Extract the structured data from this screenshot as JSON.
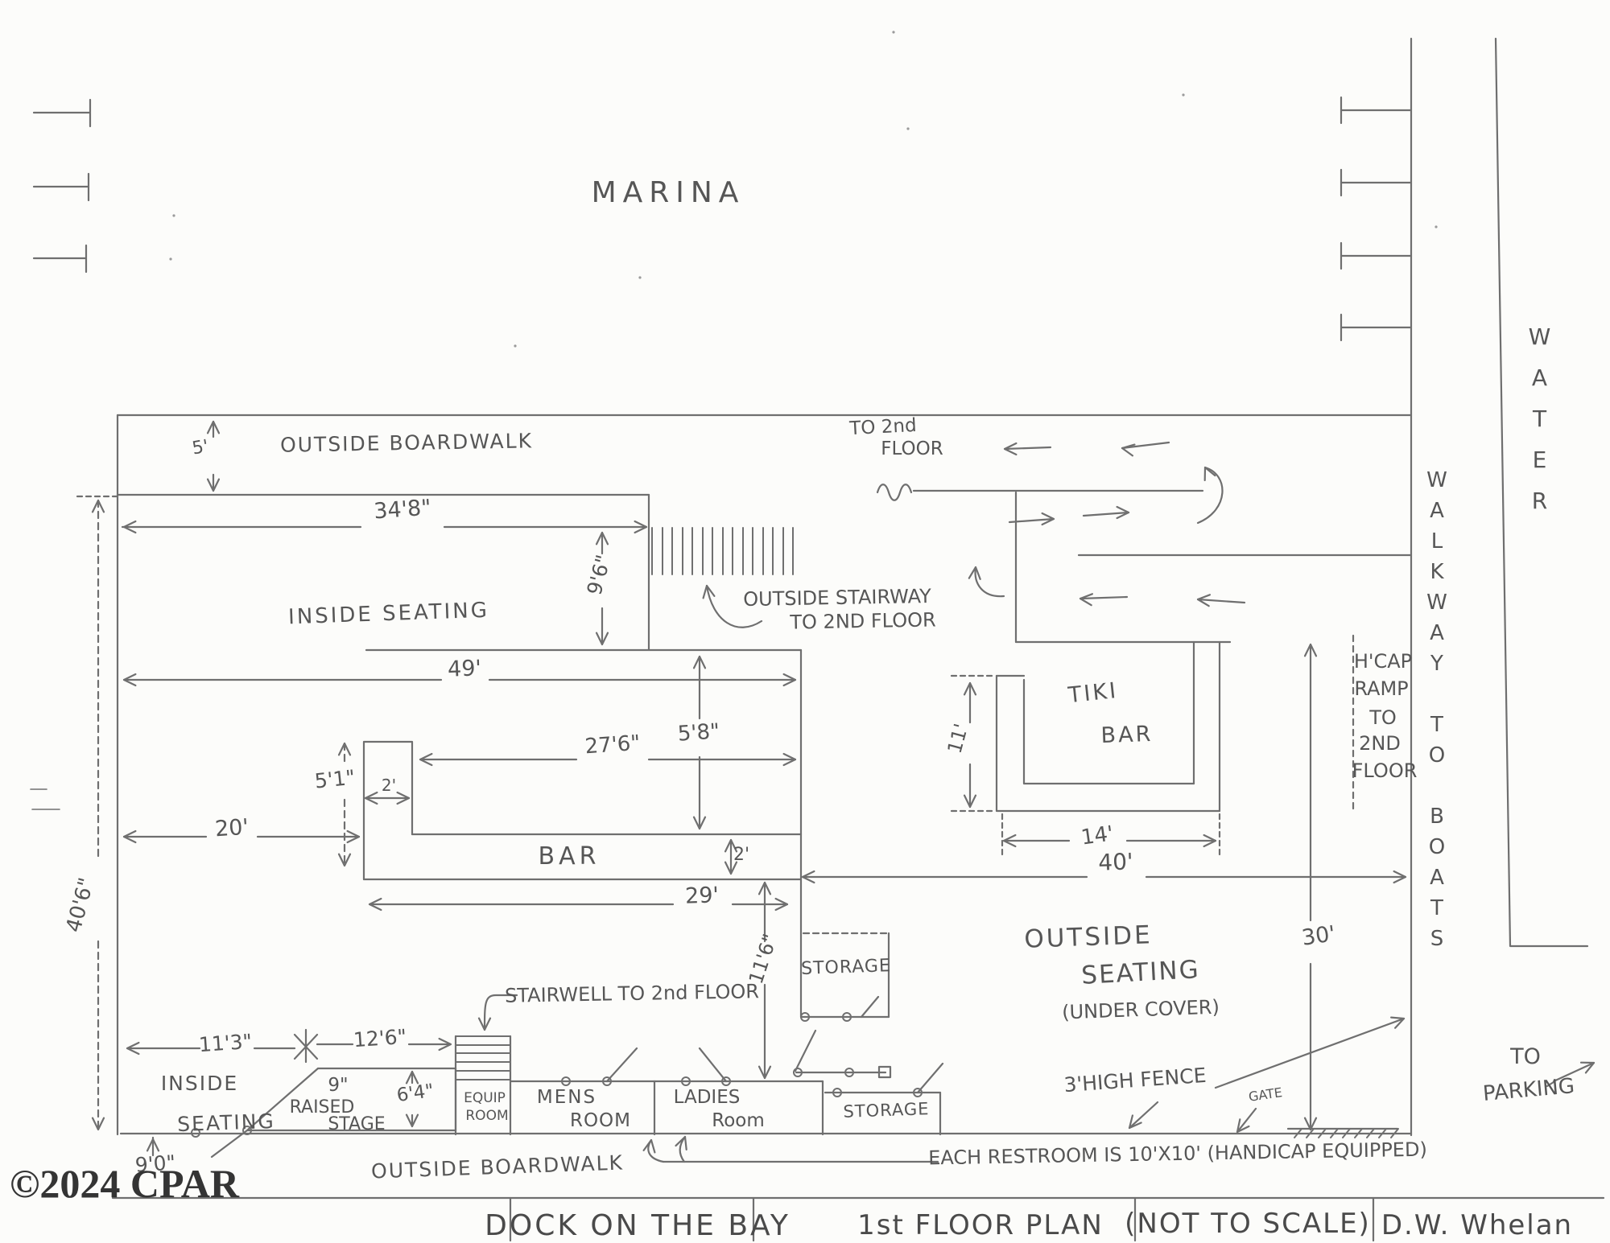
{
  "colors": {
    "paper": "#fcfcfa",
    "pencil": "#6f6f6f",
    "pencil_text": "#565656",
    "watermark": "#242424"
  },
  "labels": {
    "marina": "MARINA",
    "water": "WATER",
    "walkway_to_boats": "WALKWAY TO BOATS",
    "outside_boardwalk_top": "OUTSIDE BOARDWALK",
    "outside_boardwalk_bottom": "OUTSIDE BOARDWALK",
    "inside_seating_upper": "INSIDE SEATING",
    "inside_seating_lower_1": "INSIDE",
    "inside_seating_lower_2": "SEATING",
    "outside_stairway_1": "OUTSIDE STAIRWAY",
    "outside_stairway_2": "TO 2ND FLOOR",
    "to_2nd_floor_1": "TO 2nd",
    "to_2nd_floor_2": "FLOOR",
    "stairwell_note": "STAIRWELL TO 2nd FLOOR",
    "tiki_1": "TIKI",
    "tiki_2": "BAR",
    "bar": "BAR",
    "hcap_1": "H'CAP",
    "hcap_2": "RAMP",
    "hcap_3": "TO",
    "hcap_4": "2ND",
    "hcap_5": "FLOOR",
    "outside_seating_1": "OUTSIDE",
    "outside_seating_2": "SEATING",
    "outside_seating_3": "(UNDER COVER)",
    "storage_upper": "STORAGE",
    "storage_lower": "STORAGE",
    "mens_1": "MENS",
    "mens_2": "ROOM",
    "ladies_1": "LADIES",
    "ladies_2": "Room",
    "equip_1": "EQUIP",
    "equip_2": "ROOM",
    "stage_1": "9\"",
    "stage_2": "RAISED",
    "stage_3": "STAGE",
    "fence_note": "3'HIGH FENCE",
    "gate": "GATE",
    "restroom_note": "EACH RESTROOM IS 10'X10' (HANDICAP EQUIPPED)",
    "to_parking_1": "TO",
    "to_parking_2": "PARKING",
    "watermark": "©2024 CPAR"
  },
  "dimensions": {
    "boardwalk_width": "5'",
    "inside_seating_width": "34'8\"",
    "inside_seating_depth": "9'6\"",
    "building_left_height": "40'6\"",
    "bar_room_width": "49'",
    "bar_inner_length": "27'6\"",
    "wall_to_bar": "5'8\"",
    "bar_arm_length": "5'1\"",
    "bar_arm_width": "2'",
    "left_to_bar": "20'",
    "bar_counter_depth": "2'",
    "bar_front_length": "29'",
    "bar_to_rooms": "11'6\"",
    "tiki_depth": "11'",
    "tiki_width": "14'",
    "outside_width": "40'",
    "outside_depth": "30'",
    "stage_left_offset": "11'3\"",
    "stage_width": "12'6\"",
    "stage_depth": "6'4\"",
    "stage_front": "9'0\""
  },
  "title_block": {
    "cells": [
      "DOCK ON THE BAY",
      "1st FLOOR PLAN",
      "(NOT TO SCALE)",
      "D.W. Whelan"
    ]
  }
}
